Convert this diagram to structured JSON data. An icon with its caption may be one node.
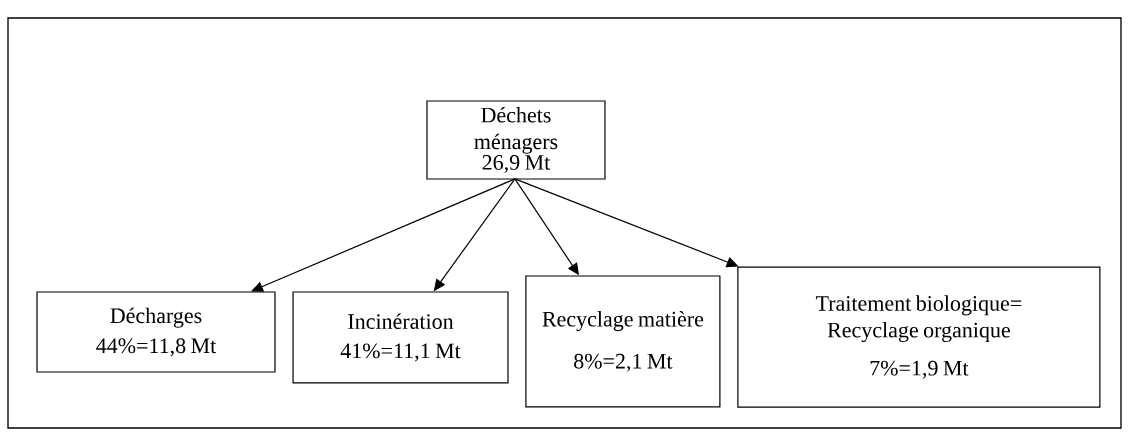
{
  "diagram": {
    "nodes": [
      {
        "text": [
          "Déchets ménagers",
          "26,9 Mt"
        ]
      },
      {
        "text": [
          "Décharges",
          "44%=11,8 Mt"
        ]
      },
      {
        "text": [
          "Incinération",
          "41%=11,1 Mt"
        ]
      },
      {
        "text": [
          "Recyclage matière",
          "8%=2,1 Mt"
        ]
      },
      {
        "text": [
          "Traitement biologique= Recyclage organique",
          "7%=1,9 Mt"
        ]
      }
    ],
    "edges": [
      {
        "from": 0,
        "to": 1,
        "arrow": "to"
      },
      {
        "from": 0,
        "to": 2,
        "arrow": "to"
      },
      {
        "from": 0,
        "to": 3,
        "arrow": "to"
      },
      {
        "from": 0,
        "to": 4,
        "arrow": "to"
      }
    ]
  }
}
